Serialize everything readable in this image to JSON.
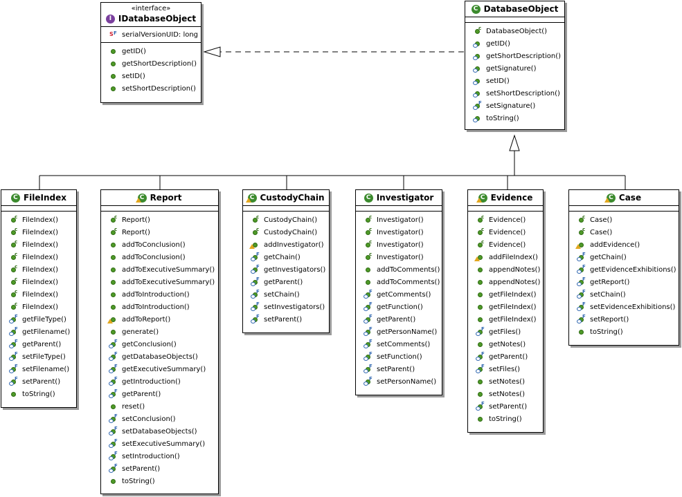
{
  "interface": {
    "stereotype": "«interface»",
    "name": "IDatabaseObject",
    "fields": [
      "serialVersionUID: long"
    ],
    "methods": [
      "getID()",
      "getShortDescription()",
      "setID()",
      "setShortDescription()"
    ]
  },
  "base": {
    "name": "DatabaseObject",
    "methods": [
      "DatabaseObject()",
      "getID()",
      "getShortDescription()",
      "getSignature()",
      "setID()",
      "setShortDescription()",
      "setSignature()",
      "toString()"
    ]
  },
  "classes": {
    "fileindex": {
      "name": "FileIndex",
      "methods": [
        "FileIndex()",
        "FileIndex()",
        "FileIndex()",
        "FileIndex()",
        "FileIndex()",
        "FileIndex()",
        "FileIndex()",
        "FileIndex()",
        "getFileType()",
        "getFilename()",
        "getParent()",
        "setFileType()",
        "setFilename()",
        "setParent()",
        "toString()"
      ]
    },
    "report": {
      "name": "Report",
      "methods": [
        "Report()",
        "Report()",
        "addToConclusion()",
        "addToConclusion()",
        "addToExecutiveSummary()",
        "addToExecutiveSummary()",
        "addToIntroduction()",
        "addToIntroduction()",
        "addToReport()",
        "generate()",
        "getConclusion()",
        "getDatabaseObjects()",
        "getExecutiveSummary()",
        "getIntroduction()",
        "getParent()",
        "reset()",
        "setConclusion()",
        "setDatabaseObjects()",
        "setExecutiveSummary()",
        "setIntroduction()",
        "setParent()",
        "toString()"
      ]
    },
    "custodychain": {
      "name": "CustodyChain",
      "methods": [
        "CustodyChain()",
        "CustodyChain()",
        "addInvestigator()",
        "getChain()",
        "getInvestigators()",
        "getParent()",
        "setChain()",
        "setInvestigators()",
        "setParent()"
      ]
    },
    "investigator": {
      "name": "Investigator",
      "methods": [
        "Investigator()",
        "Investigator()",
        "Investigator()",
        "Investigator()",
        "addToComments()",
        "addToComments()",
        "getComments()",
        "getFunction()",
        "getParent()",
        "getPersonName()",
        "setComments()",
        "setFunction()",
        "setParent()",
        "setPersonName()"
      ]
    },
    "evidence": {
      "name": "Evidence",
      "methods": [
        "Evidence()",
        "Evidence()",
        "Evidence()",
        "addFileIndex()",
        "appendNotes()",
        "appendNotes()",
        "getFileIndex()",
        "getFileIndex()",
        "getFileIndex()",
        "getFiles()",
        "getNotes()",
        "getParent()",
        "setFiles()",
        "setNotes()",
        "setNotes()",
        "setParent()",
        "toString()"
      ]
    },
    "case": {
      "name": "Case",
      "methods": [
        "Case()",
        "Case()",
        "addEvidence()",
        "getChain()",
        "getEvidenceExhibitions()",
        "getReport()",
        "setChain()",
        "setEvidenceExhibitions()",
        "setReport()",
        "toString()"
      ]
    }
  },
  "type_icons": {
    "class": "C",
    "interface": "I"
  },
  "colors": {
    "method_icon": "#4f9a28",
    "class_icon": "#3c8b2e",
    "interface_icon": "#7a3f9d",
    "warning_icon": "#e2a81f",
    "override_icon": "#2f66b0"
  }
}
